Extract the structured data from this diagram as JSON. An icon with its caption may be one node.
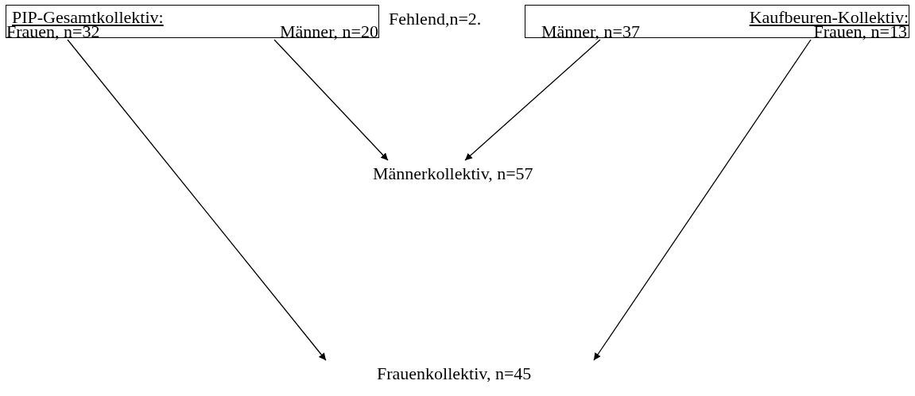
{
  "diagram": {
    "nodes": [
      {
        "text": [
          "PIP-Gesamtkollektiv:"
        ]
      },
      {
        "text": [
          "Frauen, n=32"
        ],
        "in": 0
      },
      {
        "text": [
          "Männer, n=20"
        ],
        "in": 0
      },
      {
        "text": [
          "Kaufbeuren-Kollektiv:"
        ]
      },
      {
        "text": [
          "Männer, n=37"
        ],
        "in": 3
      },
      {
        "text": [
          "Frauen, n=13"
        ],
        "in": 3
      },
      {
        "text": [
          "Männerkollektiv, n=57"
        ]
      },
      {
        "text": [
          "Frauenkollektiv, n=45"
        ]
      }
    ],
    "edges": [
      {
        "from": 1,
        "to": 7,
        "arrow": "to"
      },
      {
        "from": 2,
        "to": 6,
        "arrow": "to"
      },
      {
        "from": 4,
        "to": 6,
        "arrow": "to"
      },
      {
        "from": 5,
        "to": 7,
        "arrow": "to"
      }
    ],
    "labels": [
      "Fehlend,n=2."
    ]
  }
}
